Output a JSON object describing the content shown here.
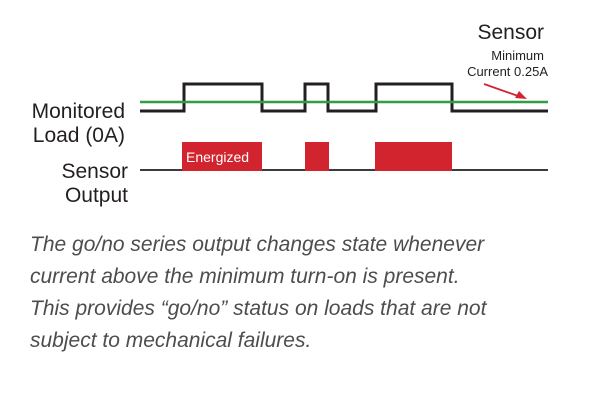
{
  "colors": {
    "trace": "#231f20",
    "threshold": "#2e9e48",
    "energized": "#d1242f",
    "energized_text": "#ffffff",
    "caption": "#4d4d4f",
    "arrow": "#d1242f"
  },
  "labels": {
    "sensor_title": "Sensor",
    "min_current_line1": "Minimum",
    "min_current_line2": "Current 0.25A",
    "monitored_line1": "Monitored",
    "monitored_line2": "Load (0A)",
    "output_line1": "Sensor",
    "output_line2": "Output",
    "energized": "Energized"
  },
  "caption": {
    "lines": [
      "The go/no series output changes state whenever",
      "current above the minimum turn-on is present.",
      "This provides “go/no” status on loads that are not",
      "subject to mechanical failures."
    ]
  }
}
